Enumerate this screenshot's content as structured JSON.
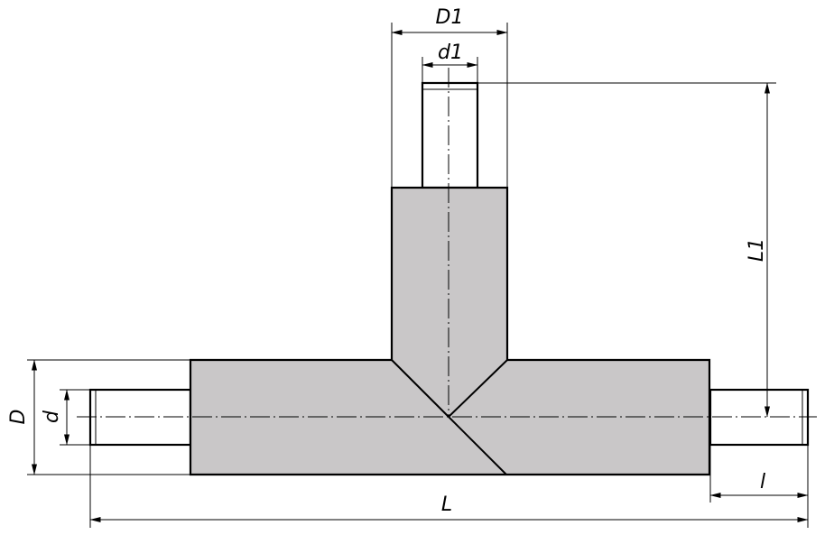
{
  "dimensions": {
    "D1": "D1",
    "d1": "d1",
    "L1": "L1",
    "D": "D",
    "d": "d",
    "L": "L",
    "l": "l"
  },
  "colors": {
    "insulation": "#c9c7c8",
    "outline": "#000000",
    "background": "#ffffff"
  }
}
